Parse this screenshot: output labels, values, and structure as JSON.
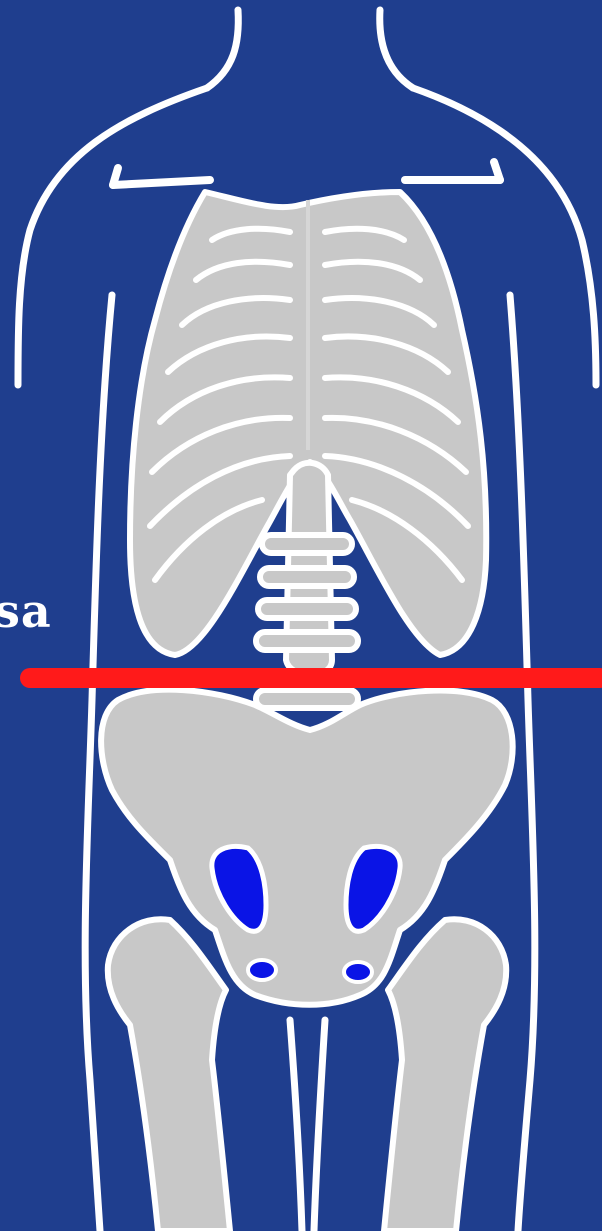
{
  "colors": {
    "background": "#1f3e8e",
    "outline": "#ffffff",
    "bone": "#c8c8c8",
    "foramen": "#0a14e6",
    "line": "#ff1a1a"
  },
  "labels": {
    "left_fragment": "sa"
  },
  "icons": [
    "torso-outline",
    "rib-cage",
    "spine",
    "pelvis",
    "femur",
    "horizontal-marker-line"
  ]
}
